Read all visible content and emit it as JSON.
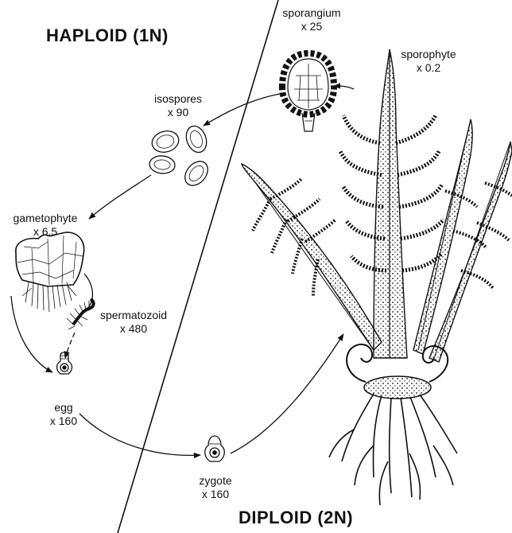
{
  "phases": {
    "haploid": "HAPLOID (1N)",
    "diploid": "DIPLOID (2N)"
  },
  "stages": {
    "sporangium": {
      "name": "sporangium",
      "mag": "x 25"
    },
    "sporophyte": {
      "name": "sporophyte",
      "mag": "x 0.2"
    },
    "isospores": {
      "name": "isospores",
      "mag": "x 90"
    },
    "gametophyte": {
      "name": "gametophyte",
      "mag": "x 6.5"
    },
    "spermatozoid": {
      "name": "spermatozoid",
      "mag": "x 480"
    },
    "egg": {
      "name": "egg",
      "mag": "x 160"
    },
    "zygote": {
      "name": "zygote",
      "mag": "x 160"
    }
  },
  "colors": {
    "ink": "#111111",
    "background": "#ffffff"
  }
}
